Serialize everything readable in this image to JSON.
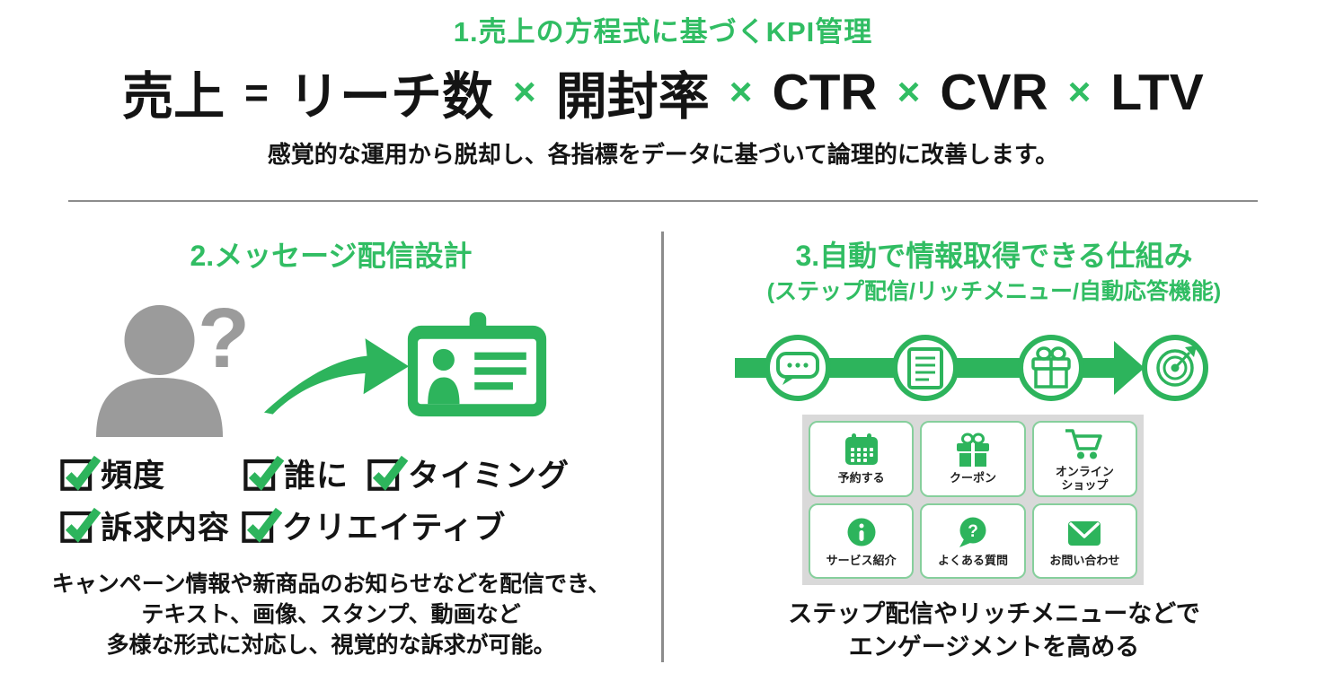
{
  "colors": {
    "green": "#2db45c",
    "green_text": "#31bd63",
    "dark_text": "#141414",
    "gray_icon": "#9b9b9b",
    "divider": "#8c8c8c",
    "cell_border": "#86cf9c",
    "grid_background": "#d9d9d9"
  },
  "header": {
    "title": "1.売上の方程式に基づくKPI管理",
    "formula": {
      "parts": [
        "売上",
        "=",
        "リーチ数",
        "×",
        "開封率",
        "×",
        "CTR",
        "×",
        "CVR",
        "×",
        "LTV"
      ]
    },
    "subtitle": "感覚的な運用から脱却し、各指標をデータに基づいて論理的に改善します。"
  },
  "left": {
    "title": "2.メッセージ配信設計",
    "question_mark": "?",
    "graphic_icons": [
      "person-silhouette-icon",
      "question-mark",
      "curved-arrow-icon",
      "id-card-icon"
    ],
    "checks": [
      "頻度",
      "誰に",
      "タイミング",
      "訴求内容",
      "クリエイティブ"
    ],
    "desc": [
      "キャンペーン情報や新商品のお知らせなどを配信でき、",
      "テキスト、画像、スタンプ、動画など",
      "多様な形式に対応し、視覚的な訴求が可能。"
    ]
  },
  "right": {
    "title": "3.自動で情報取得できる仕組み",
    "subtitle": "(ステップ配信/リッチメニュー/自動応答機能)",
    "flow_icons": [
      "message-bubble-icon",
      "document-icon",
      "gift-icon",
      "target-icon"
    ],
    "menu": [
      {
        "icon": "calendar-icon",
        "label": "予約する"
      },
      {
        "icon": "gift-icon",
        "label": "クーポン"
      },
      {
        "icon": "cart-icon",
        "label": "オンライン\nショップ"
      },
      {
        "icon": "info-icon",
        "label": "サービス紹介"
      },
      {
        "icon": "question-icon",
        "label": "よくある質問"
      },
      {
        "icon": "mail-icon",
        "label": "お問い合わせ"
      }
    ],
    "desc": [
      "ステップ配信やリッチメニューなどで",
      "エンゲージメントを高める"
    ]
  }
}
